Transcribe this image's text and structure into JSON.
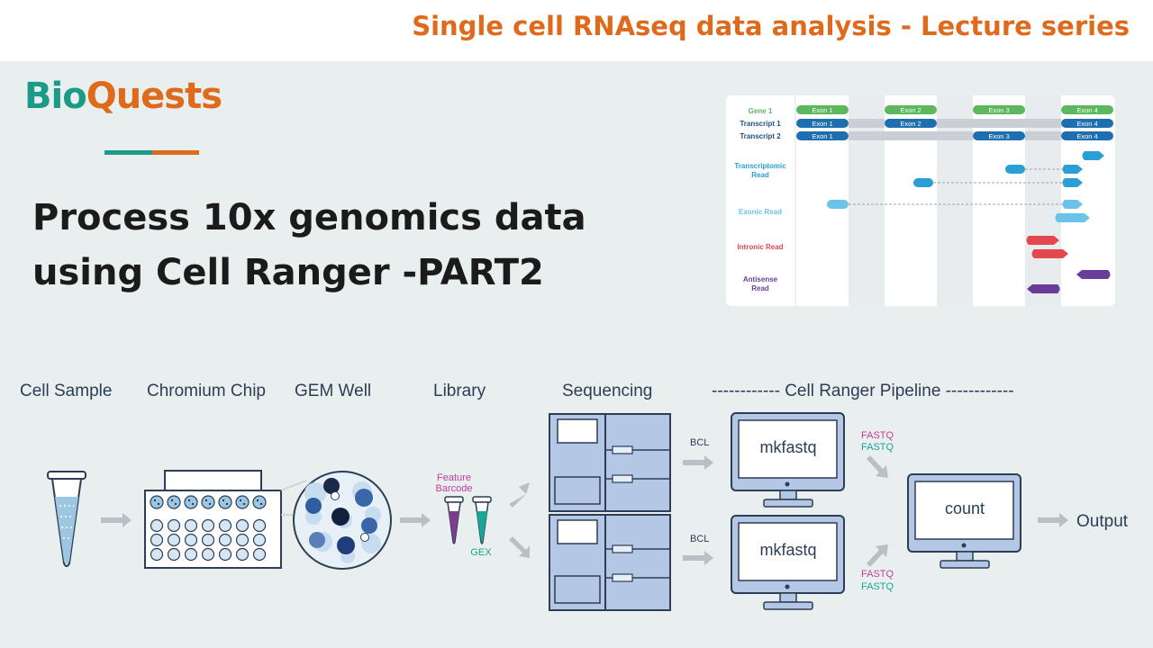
{
  "header": {
    "series_title": "Single cell RNAseq data analysis - Lecture series"
  },
  "logo": {
    "part1": "Bio",
    "part2": "Quests"
  },
  "title": {
    "line1": "Process 10x genomics data",
    "line2": "using Cell Ranger -PART2"
  },
  "read_diagram": {
    "rows": [
      "Gene 1",
      "Transcript 1",
      "Transcript 2"
    ],
    "exons": [
      "Exon 1",
      "Exon 2",
      "Exon 3",
      "Exon 4"
    ],
    "read_types": {
      "transcriptomic": [
        "Transcriptomic",
        "Read"
      ],
      "exonic": "Exonic Read",
      "intronic": "Intronic Read",
      "antisense": [
        "Antisense",
        "Read"
      ]
    },
    "colors": {
      "exon_green": "#5cb85c",
      "exon_blue": "#1f6fb0",
      "transcriptomic": "#2a9fd6",
      "exonic": "#6cc3ea",
      "intronic": "#e5474f",
      "antisense": "#6a3d9a"
    }
  },
  "workflow": {
    "cell_sample": "Cell Sample",
    "chromium_chip": "Chromium Chip",
    "gem_well": "GEM Well",
    "library": "Library",
    "sequencing": "Sequencing",
    "pipeline": "------------ Cell Ranger Pipeline ------------",
    "feature_barcode": [
      "Feature",
      "Barcode"
    ],
    "gex": "GEX",
    "bcl": "BCL",
    "mkfastq": "mkfastq",
    "fastq": "FASTQ",
    "count": "count",
    "output": "Output"
  }
}
